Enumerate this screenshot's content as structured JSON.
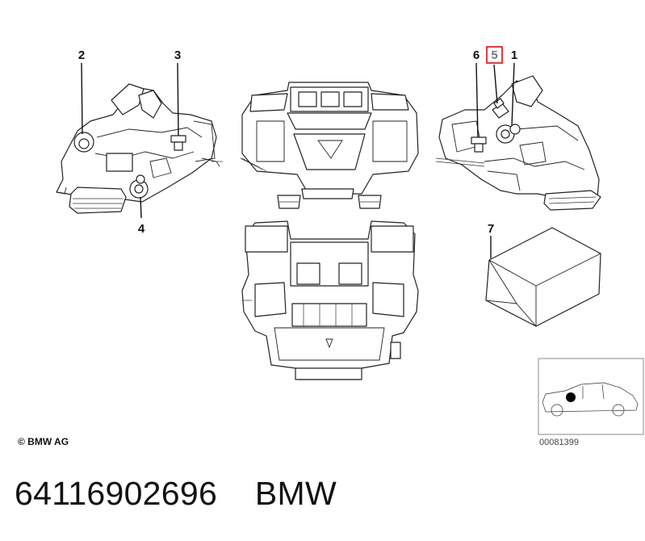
{
  "diagram": {
    "callouts": [
      "2",
      "3",
      "4",
      "6",
      "5",
      "1",
      "7"
    ],
    "highlight_color": "#d62828"
  },
  "footer": {
    "copyright": "© BMW AG",
    "reference_code": "00081399"
  },
  "caption": {
    "part_number": "64116902696",
    "brand": "BMW"
  }
}
